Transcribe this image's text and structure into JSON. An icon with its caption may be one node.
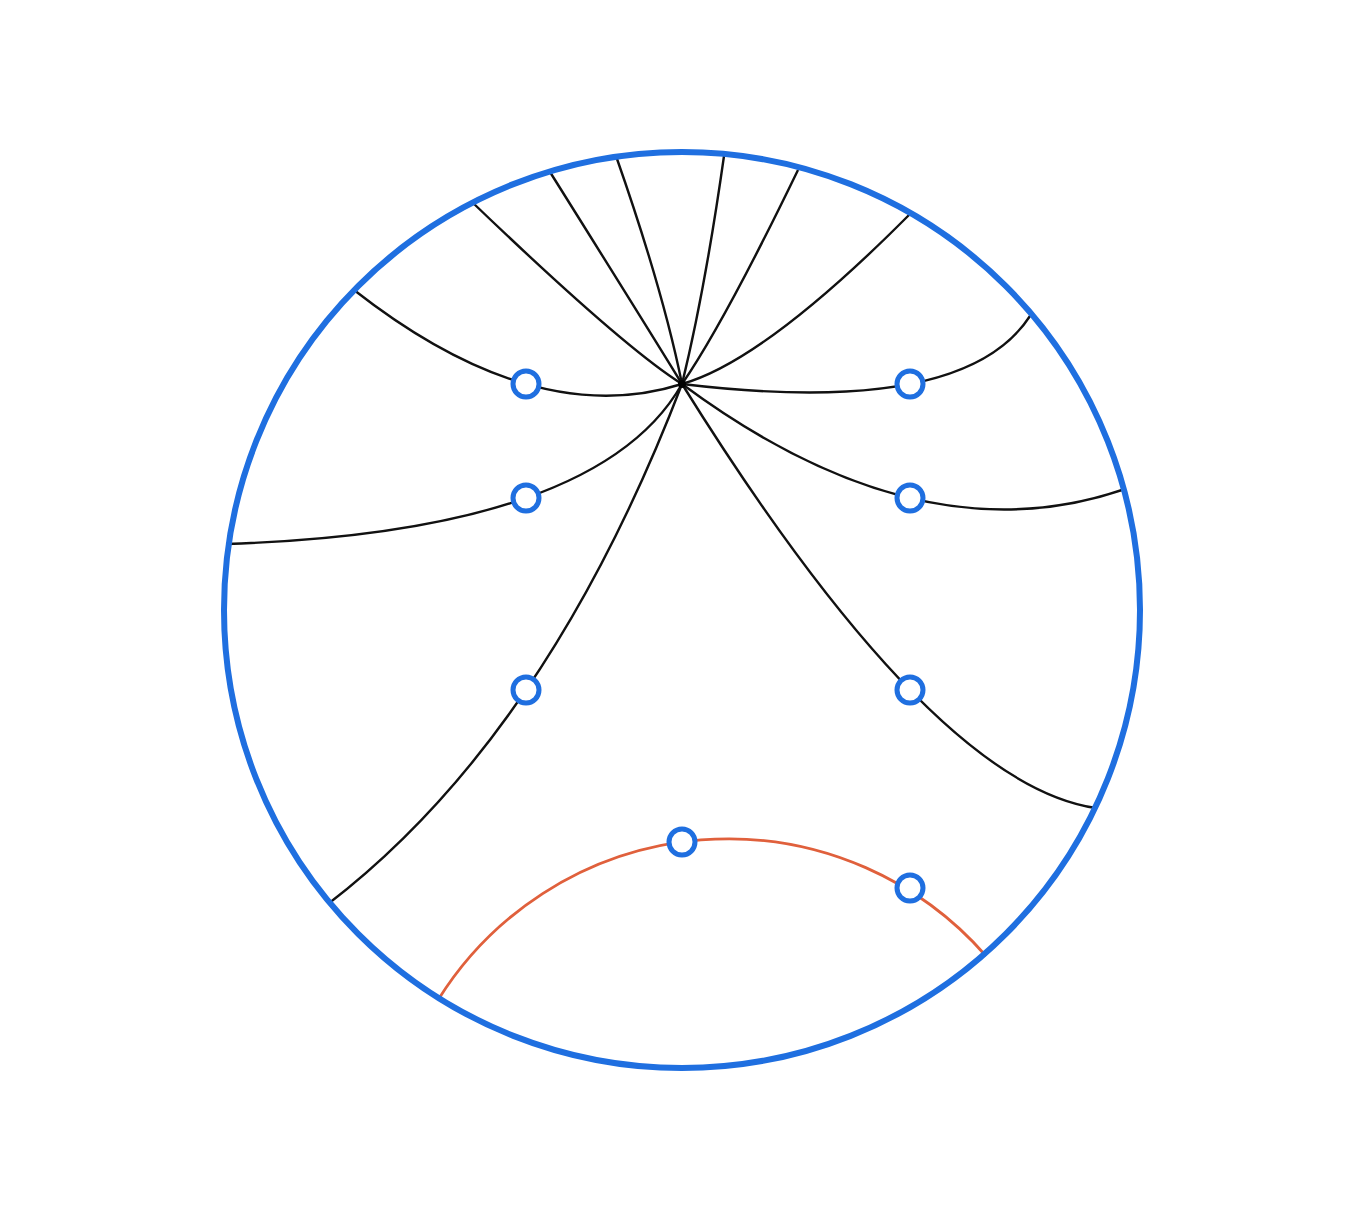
{
  "diagram": {
    "nodes": [
      {
        "text": [],
        "shape": "circle"
      },
      {
        "text": [],
        "shape": "circle",
        "in": 0
      },
      {
        "text": [],
        "shape": "circle",
        "in": 0
      },
      {
        "text": [],
        "shape": "circle",
        "in": 0
      },
      {
        "text": [],
        "shape": "circle",
        "in": 0
      },
      {
        "text": [],
        "shape": "circle",
        "in": 0
      },
      {
        "text": [],
        "shape": "circle",
        "in": 0
      },
      {
        "text": [],
        "shape": "circle",
        "in": 0
      },
      {
        "text": [],
        "shape": "circle",
        "in": 0
      }
    ]
  }
}
